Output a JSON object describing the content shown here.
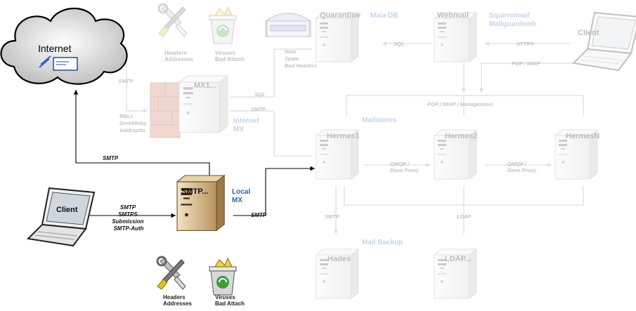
{
  "internet": {
    "label": "Internet"
  },
  "local": {
    "smtp_server": "SMTP...",
    "smtp_server_tag": "Local\nMX",
    "client": "Client",
    "client_protocols": [
      "SMTP",
      "SMTPS",
      "Submission",
      "SMTP-Auth"
    ],
    "smtp_to_internet": "SMTP",
    "smtp_to_hermes": "SMTP",
    "tools_caption": [
      "Headers",
      "Addresses"
    ],
    "bin_caption": [
      "Viruses",
      "Bad Attach"
    ]
  },
  "faded": {
    "mx1": "MX1...",
    "internet_mx": "Internet\nMX",
    "rbl_labels": [
      "RBLs",
      "Greetdelay",
      "Valdrcptto"
    ],
    "smtp_internet_mx": "SMTP",
    "smtp_mx_to_hermes": "SMTP",
    "sql_mx_quarantine": "SQL",
    "tools_caption": [
      "Headers",
      "Addresses"
    ],
    "bin_caption": [
      "Viruses",
      "Bad Attach"
    ],
    "quarantine": "Quarantine",
    "maia_db": "Maia DB",
    "quarantine_items": [
      "Ham",
      "Spam",
      "Bad Headers"
    ],
    "webmail": "Webmail",
    "webmail_tag": "Squirrelmail\nMailguardweb",
    "sql_webmail": "SQL",
    "client": "Client",
    "https": "HTTPS",
    "pop_imap": "POP / IMAP",
    "pop_imap_manage": "POP / IMAP / Managesieve",
    "mailstores": "Mailstores",
    "hermes1": "Hermes1",
    "hermes2": "Hermes2",
    "hermesn": "HermesN",
    "qmqp1": "QMQP /\nDove Proxy",
    "qmqp2": "QMQP /\nDove Proxy",
    "smtp_hades": "SMTP",
    "ldap_label": "LDAP",
    "mail_backup": "Mail Backup",
    "hades": "Hades",
    "ldap": "LDAP..."
  },
  "colors": {
    "accent": "#2a62b4",
    "tan_server": "#c8a46e",
    "gray_server": "#d4d4d4"
  }
}
